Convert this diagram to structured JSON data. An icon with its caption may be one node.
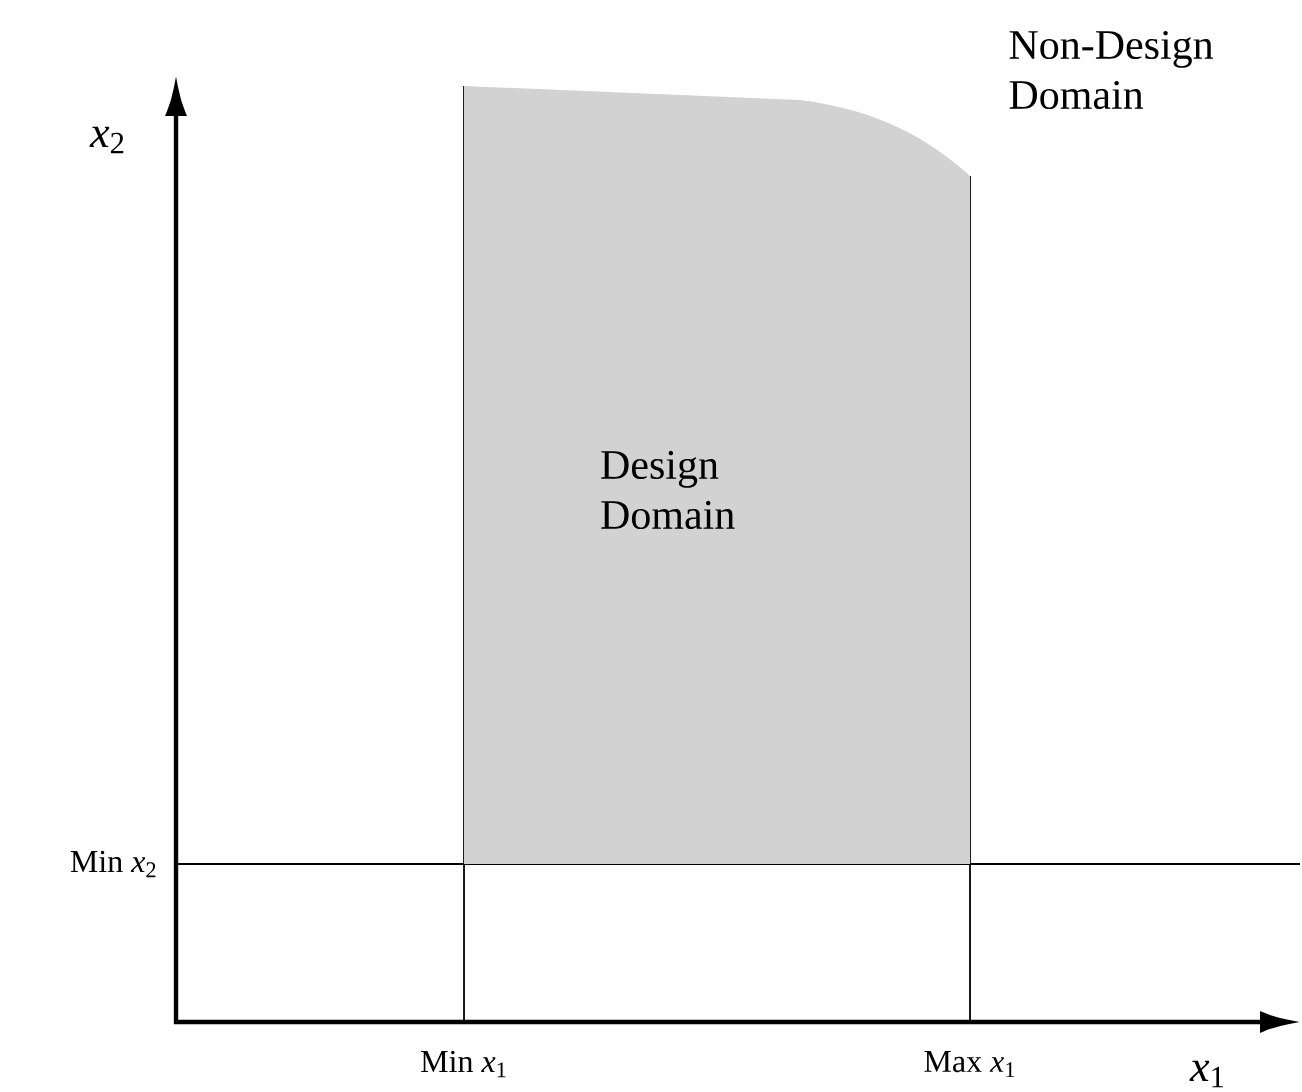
{
  "diagram": {
    "nodes": [
      {
        "text": [
          "Design Domain"
        ]
      }
    ],
    "labels": [
      "Non-Design Domain",
      "*x*$_{2}$",
      "Min *x*$_{2}$",
      "Min *x*$_{1}$",
      "Max *x*$_{1}$",
      "*x*$_{1}$"
    ]
  }
}
